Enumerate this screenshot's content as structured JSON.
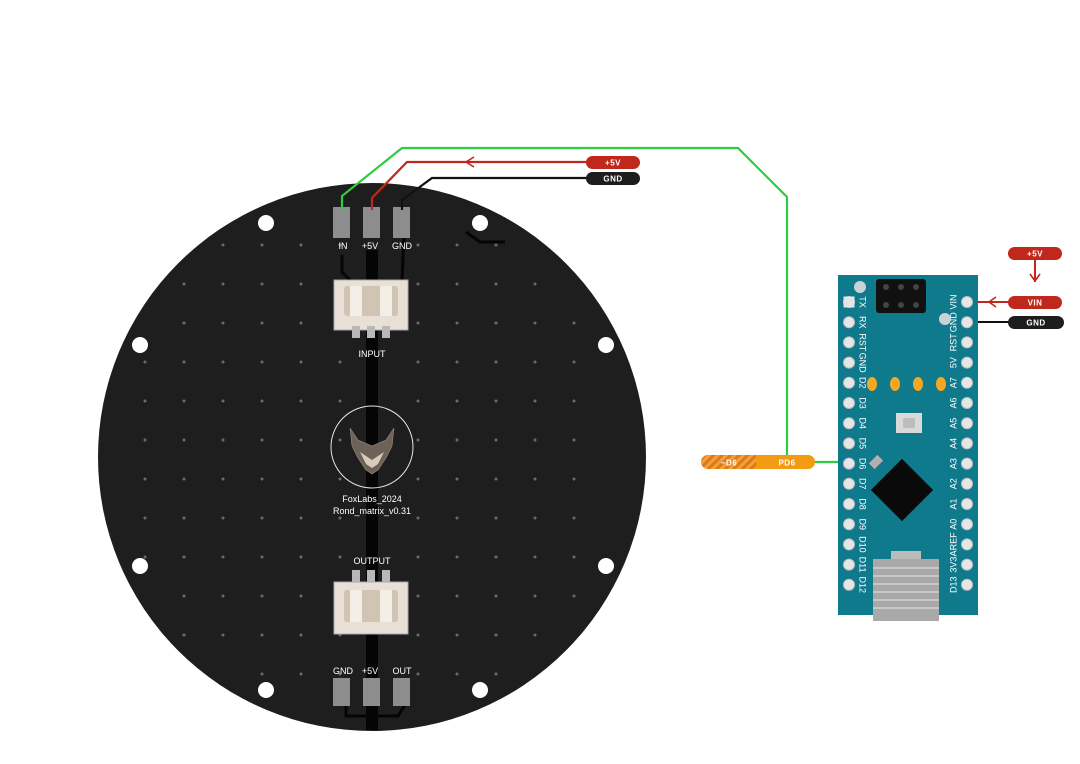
{
  "board": {
    "top_connector_labels": [
      "IN",
      "+5V",
      "GND"
    ],
    "input_label": "INPUT",
    "output_label": "OUTPUT",
    "bottom_connector_labels": [
      "GND",
      "+5V",
      "OUT"
    ],
    "brand_line1": "FoxLabs_2024",
    "brand_line2": "Rond_matrix_v0.31"
  },
  "power_tags": {
    "top_plus5": "+5V",
    "top_gnd": "GND",
    "right_plus5": "+5V",
    "right_vin": "VIN",
    "right_gnd": "GND"
  },
  "data_tag": {
    "left": "~D6",
    "right": "PD6"
  },
  "nano": {
    "left_pins": [
      "TX",
      "RX",
      "RST",
      "GND",
      "D2",
      "D3",
      "D4",
      "D5",
      "D6",
      "D7",
      "D8",
      "D9",
      "D10",
      "D11",
      "D12"
    ],
    "right_pins": [
      "VIN",
      "GND",
      "RST",
      "5V",
      "A7",
      "A6",
      "A5",
      "A4",
      "A3",
      "A2",
      "A1",
      "A0",
      "AREF",
      "3V3",
      "D13"
    ]
  },
  "colors": {
    "pcb": "#1e1e1e",
    "wire_signal": "#2ecc40",
    "wire_power": "#c0281b",
    "wire_ground": "#111111",
    "nano_board": "#0f7a8c",
    "tag_power": "#c0281b",
    "tag_ground": "#1d1d1d",
    "tag_data": "#f39c12"
  }
}
